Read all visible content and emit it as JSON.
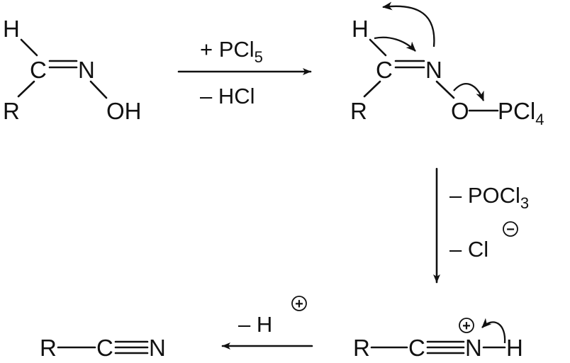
{
  "atoms": {
    "h": "H",
    "c": "C",
    "n": "N",
    "o": "O",
    "r": "R",
    "oh": "OH",
    "pcl": "PCl"
  },
  "subscripts": {
    "four": "4",
    "five": "5",
    "three": "3"
  },
  "charges": {
    "plus": "+",
    "minus": "−"
  },
  "reagents": {
    "step1_above_prefix": "+ PCl",
    "step1_below": "– HCl",
    "step2_first_prefix": "– POCl",
    "step2_second_prefix": "– Cl",
    "step3_prefix": "– H"
  }
}
